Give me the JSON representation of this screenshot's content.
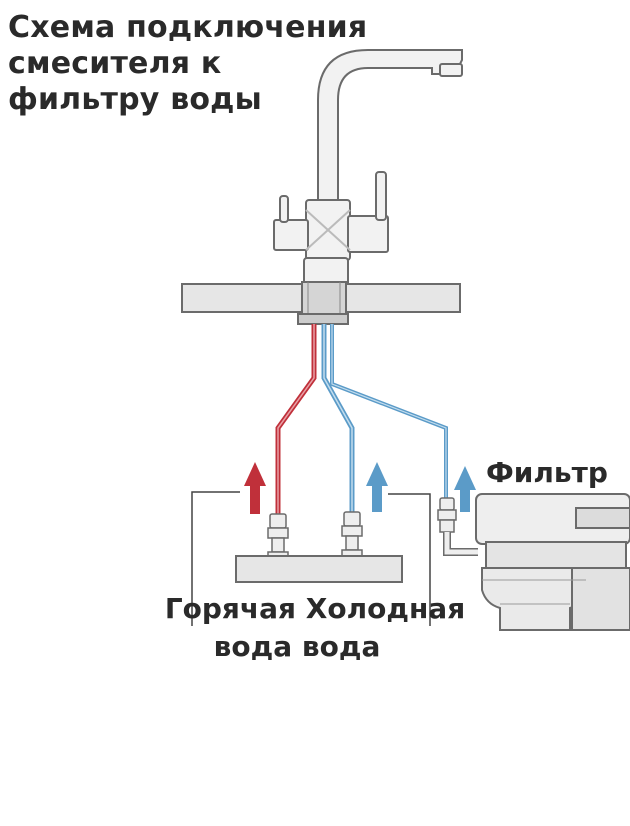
{
  "title": {
    "line1": "Схема подключения",
    "line2": "смесителя к",
    "line3": "фильтру воды"
  },
  "labels": {
    "filter": "Фильтр",
    "hot_water": "Горячая",
    "cold_water": "Холодная",
    "water_hot": "вода",
    "water_cold": "вода"
  },
  "colors": {
    "hot": "#c0303a",
    "cold": "#5b9bc8",
    "outline": "#6b6b6b",
    "fill": "#e8e8e8",
    "text": "#2a2a2a"
  }
}
